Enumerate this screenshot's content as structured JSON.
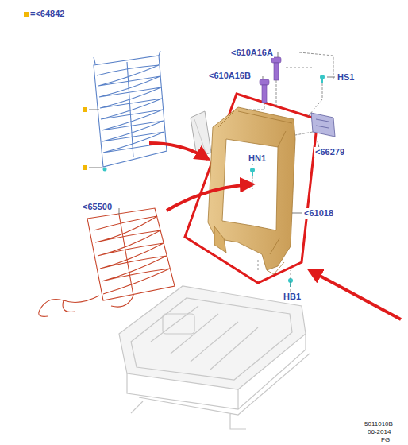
{
  "diagram": {
    "labels": [
      "<610A16A",
      "<610A16B",
      "HS1",
      "HN1",
      "<66279",
      "<65500",
      "<61018",
      "HB1",
      "5011010B",
      "06-2014",
      "FG"
    ],
    "legend": [
      {
        "text": "=<64842",
        "color": "#f2b705"
      }
    ]
  }
}
